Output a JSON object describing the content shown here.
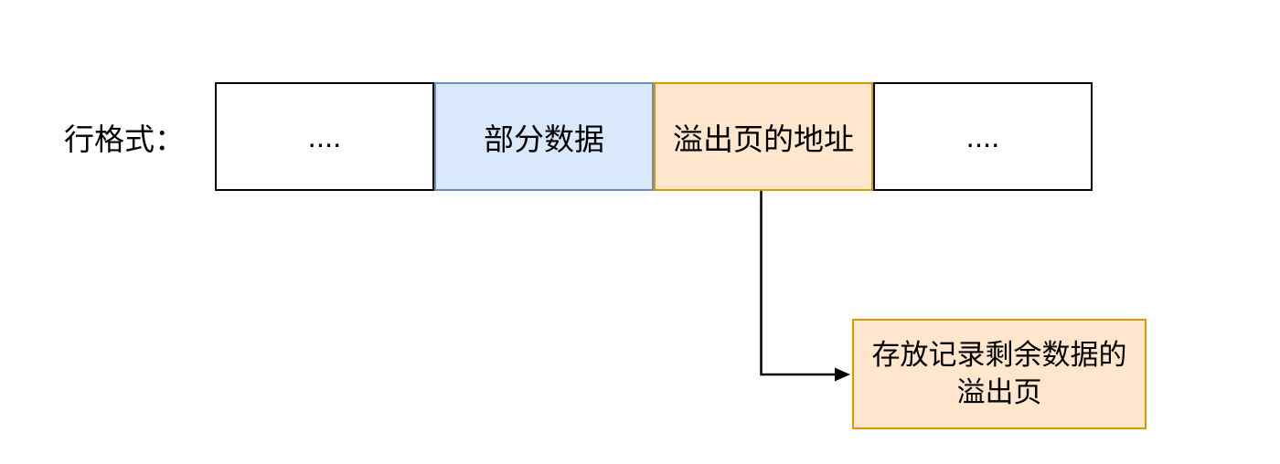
{
  "diagram": {
    "label": "行格式：",
    "cells": [
      {
        "text": "....",
        "style": "plain"
      },
      {
        "text": "部分数据",
        "style": "blue"
      },
      {
        "text": "溢出页的地址",
        "style": "orange"
      },
      {
        "text": "....",
        "style": "plain"
      }
    ],
    "overflow_box": {
      "line1": "存放记录剩余数据的",
      "line2": "溢出页"
    },
    "colors": {
      "background": "#ffffff",
      "plain_cell_border": "#000000",
      "blue_cell_fill": "#dae8fc",
      "blue_cell_border": "#6c8ebf",
      "orange_cell_fill": "#ffe6cc",
      "orange_cell_border": "#d79b00",
      "arrow": "#000000",
      "text": "#000000"
    }
  }
}
